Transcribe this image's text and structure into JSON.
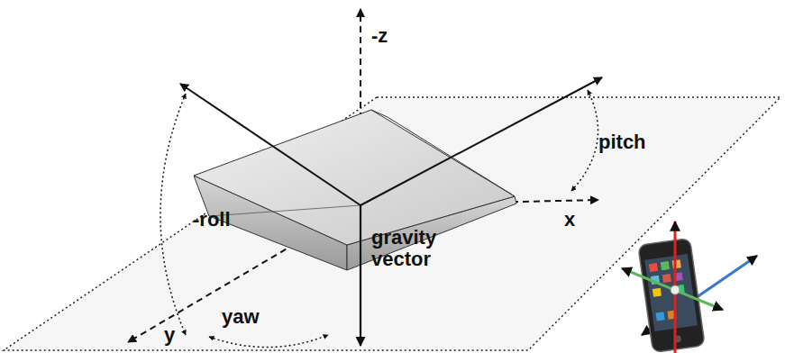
{
  "diagram": {
    "labels": [
      "-z",
      "pitch",
      "-roll",
      "x",
      "gravity vector",
      "y",
      "yaw"
    ]
  }
}
